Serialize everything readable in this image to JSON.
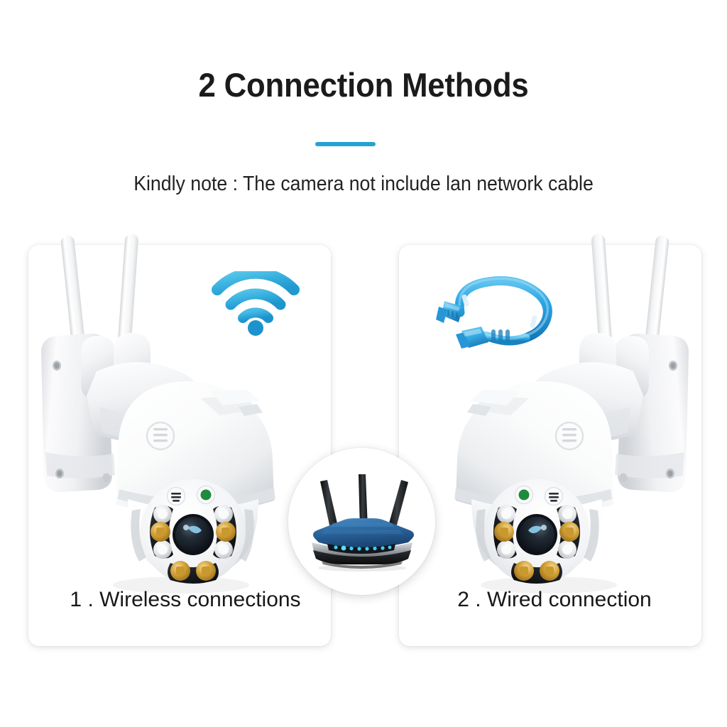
{
  "header": {
    "title": "2 Connection Methods",
    "divider_color": "#23a3d2",
    "subtitle": "Kindly note : The camera not include lan network cable"
  },
  "panels": [
    {
      "id": "wireless",
      "caption": "1 . Wireless connections",
      "badge_icon": "wifi-icon",
      "badge_label": "WiFi signal",
      "device": "ptz-security-camera",
      "colors": {
        "wifi_arc_light": "#4ec3e8",
        "wifi_arc_mid": "#2fa9db",
        "wifi_dot": "#1c96cf"
      }
    },
    {
      "id": "wired",
      "caption": "2 . Wired connection",
      "badge_icon": "ethernet-cable-icon",
      "badge_label": "LAN network cable",
      "device": "ptz-security-camera",
      "colors": {
        "cable_body": "#2aa3e2",
        "cable_shadow": "#1878b5",
        "cable_highlight": "#8ed4f4"
      }
    }
  ],
  "center_device": {
    "name": "wireless-router",
    "label": "Wi-Fi router",
    "antenna_count": 3,
    "led_count": 8,
    "colors": {
      "top_blue": "#2f6fa8",
      "top_blue_dark": "#1d3f66",
      "body_dark": "#171717",
      "silver": "#b9bcc0",
      "led": "#3ed0f0"
    }
  },
  "camera": {
    "name": "outdoor-ptz-wifi-camera",
    "antenna_count": 2,
    "lens_leds": {
      "white_led_count": 4,
      "amber_led_count": 4,
      "indicator_dot": "green",
      "speaker_grille": true
    },
    "colors": {
      "shell_white": "#ffffff",
      "shell_shade": "#e2e4e7",
      "shell_shadow": "#c9ccd1",
      "lens_dark": "#151a20",
      "lens_glint": "#7fc3e8",
      "amber_led": "#d9a53a",
      "white_led": "#eceef0",
      "indicator_green": "#1e8a3c"
    }
  },
  "background": {
    "page_color": "#ffffff",
    "card_color": "#ffffff"
  }
}
